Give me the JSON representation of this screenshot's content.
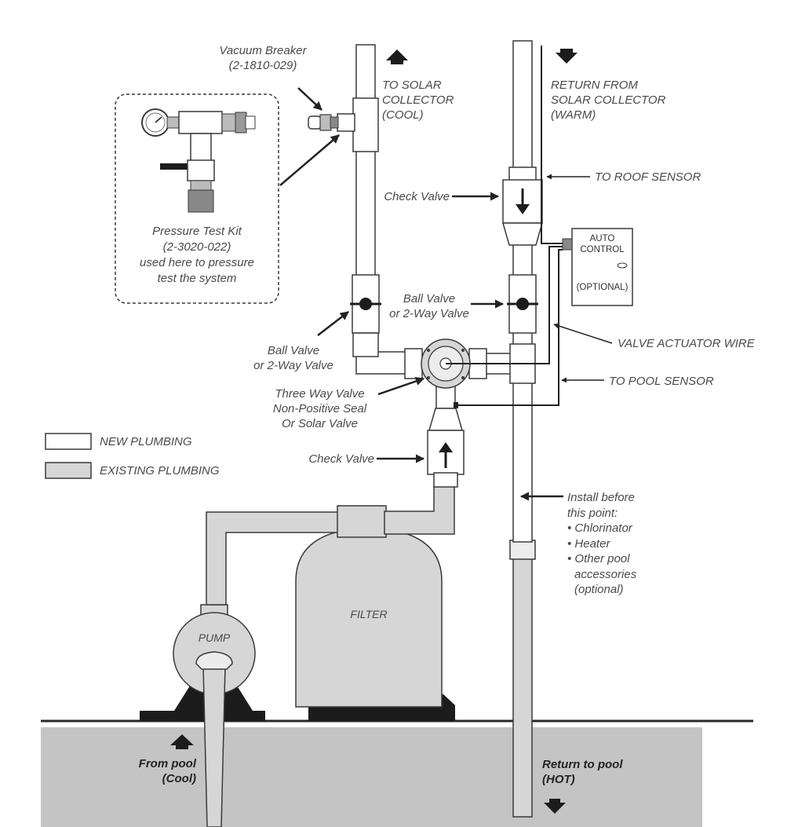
{
  "labels": {
    "vacuum_breaker": {
      "line1": "Vacuum Breaker",
      "line2": "(2-1810-029)"
    },
    "to_solar_collector": {
      "line1": "TO SOLAR",
      "line2": "COLLECTOR",
      "line3": "(COOL)"
    },
    "return_from_solar": {
      "line1": "RETURN FROM",
      "line2": "SOLAR COLLECTOR",
      "line3": "(WARM)"
    },
    "to_roof_sensor": "TO ROOF SENSOR",
    "check_valve_top": "Check Valve",
    "auto_control": {
      "line1": "AUTO",
      "line2": "CONTROL",
      "line3": "(OPTIONAL)"
    },
    "pressure_test_kit": {
      "line1": "Pressure Test Kit",
      "line2": "(2-3020-022)",
      "line3": "used here to pressure",
      "line4": "test the system"
    },
    "ball_valve_right": {
      "line1": "Ball Valve",
      "line2": "or 2-Way Valve"
    },
    "ball_valve_left": {
      "line1": "Ball Valve",
      "line2": "or 2-Way Valve"
    },
    "valve_actuator_wire": "VALVE ACTUATOR WIRE",
    "to_pool_sensor": "TO POOL SENSOR",
    "three_way_valve": {
      "line1": "Three Way Valve",
      "line2": "Non-Positive Seal",
      "line3": "Or Solar Valve"
    },
    "check_valve_bottom": "Check Valve",
    "install_before": {
      "line1": "Install before",
      "line2": "this point:",
      "line3": "• Chlorinator",
      "line4": "• Heater",
      "line5": "• Other pool",
      "line6": "accessories",
      "line7": "(optional)"
    },
    "pump": "PUMP",
    "filter": "FILTER",
    "from_pool": {
      "line1": "From pool",
      "line2": "(Cool)"
    },
    "return_to_pool": {
      "line1": "Return to pool",
      "line2": "(HOT)"
    }
  },
  "legend": {
    "new_plumbing": "NEW PLUMBING",
    "existing_plumbing": "EXISTING PLUMBING"
  },
  "colors": {
    "new_plumbing_fill": "#ffffff",
    "existing_plumbing_fill": "#d6d6d6",
    "ground_fill": "#c4c4c4",
    "outline": "#3a3a3a",
    "text": "#4a4a4a"
  }
}
